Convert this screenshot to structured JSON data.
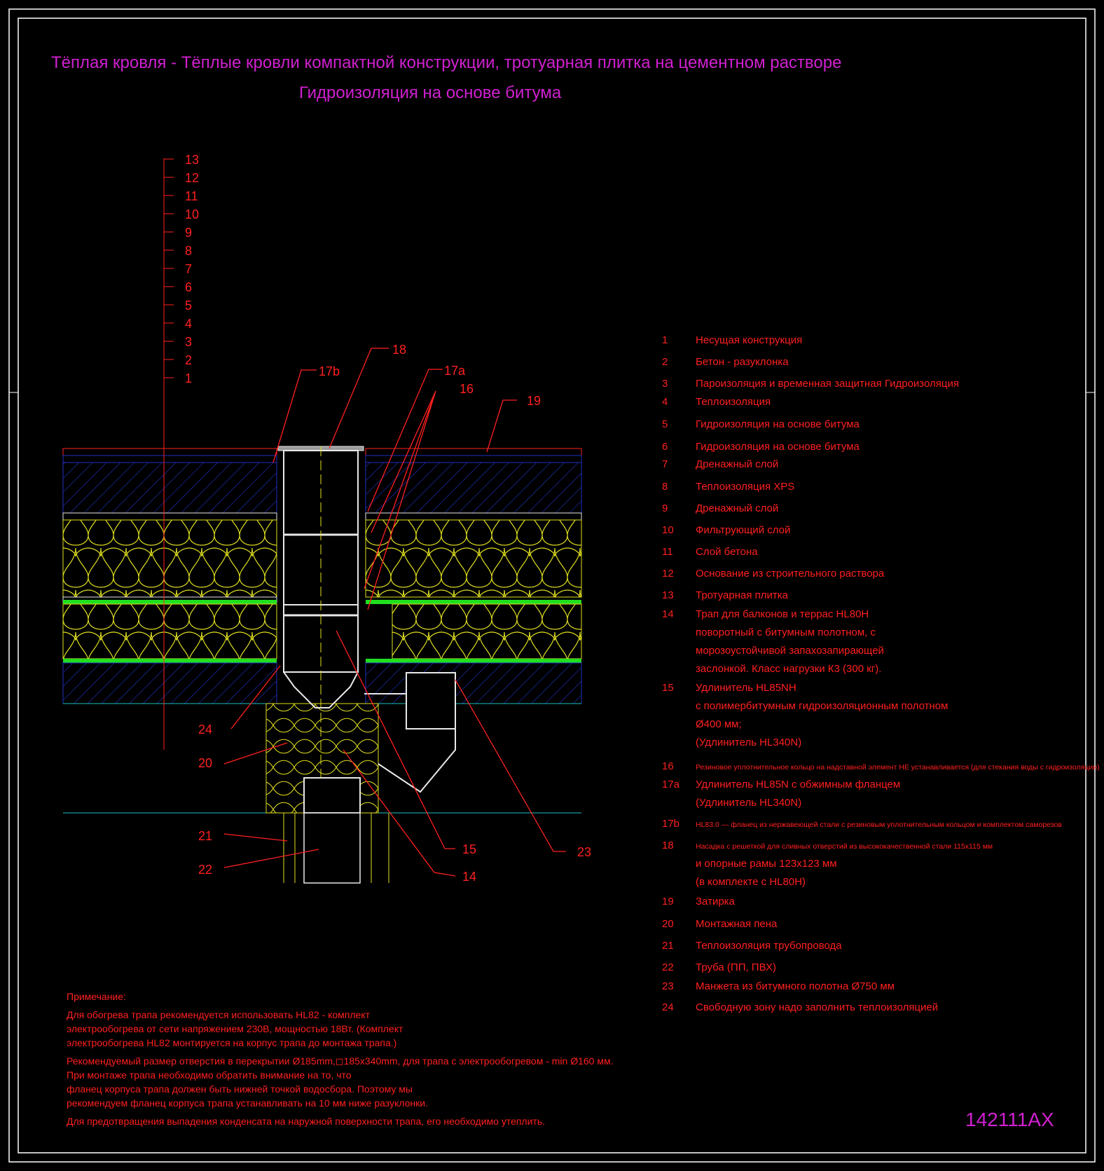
{
  "title": {
    "line1": "Тёплая кровля - Тёплые кровли компактной конструкции, тротуарная плитка на цементном растворе",
    "line2": "Гидроизоляция на основе битума"
  },
  "drawing_code": "142111AX",
  "colors": {
    "background": "#000000",
    "text_red": "#ff2020",
    "title_magenta": "#d020d0",
    "concrete_blue": "#2030c0",
    "insulation_yellow": "#e0e020",
    "membrane_green": "#20e020",
    "pipe_white": "#e8e8e8",
    "frame_white": "#ffffff",
    "leader_red": "#ff2020",
    "cyan_line": "#20c0c0"
  },
  "layer_scale_numbers": [
    "13",
    "12",
    "11",
    "10",
    "9",
    "8",
    "7",
    "6",
    "5",
    "4",
    "3",
    "2",
    "1"
  ],
  "callouts": {
    "c17b": "17b",
    "c18": "18",
    "c17a": "17a",
    "c16": "16",
    "c19": "19",
    "c24": "24",
    "c20": "20",
    "c21": "21",
    "c22": "22",
    "c15": "15",
    "c14": "14",
    "c23": "23"
  },
  "legend": [
    {
      "num": "1",
      "lines": [
        "Несущая конструкция"
      ]
    },
    {
      "num": "2",
      "lines": [
        "Бетон - разуклонка"
      ]
    },
    {
      "num": "3",
      "lines": [
        "Пароизоляция и временная защитная Гидроизоляция"
      ]
    },
    {
      "num": "4",
      "lines": [
        "Теплоизоляция"
      ]
    },
    {
      "num": "5",
      "lines": [
        "Гидроизоляция на основе битума"
      ]
    },
    {
      "num": "6",
      "lines": [
        "Гидроизоляция на основе битума"
      ]
    },
    {
      "num": "7",
      "lines": [
        "Дренажный слой"
      ]
    },
    {
      "num": "8",
      "lines": [
        "Теплоизоляция XPS"
      ]
    },
    {
      "num": "9",
      "lines": [
        "Дренажный слой"
      ]
    },
    {
      "num": "10",
      "lines": [
        "Фильтрующий слой"
      ]
    },
    {
      "num": "11",
      "lines": [
        "Слой бетона"
      ]
    },
    {
      "num": "12",
      "lines": [
        "Основание из строительного раствора"
      ]
    },
    {
      "num": "13",
      "lines": [
        "Тротуарная плитка"
      ]
    },
    {
      "num": "14",
      "lines": [
        "Трап для балконов и террас HL80H",
        "поворотный  с битумным полотном, с",
        "морозоустойчивой запахозапирающей",
        "заслонкой. Класс нагрузки К3 (300 кг)."
      ]
    },
    {
      "num": "15",
      "lines": [
        "Удлинитель HL85NH",
        " с полимербитумным гидроизоляционным полотном",
        "Ø400 мм;",
        "(Удлинитель HL340N)"
      ]
    },
    {
      "num": "16",
      "lines": [
        "Резиновое уплотнительное кольцо на надставной элемент НЕ устанавливается (для стекания воды с гидроизоляции)"
      ],
      "small": true
    },
    {
      "num": "17a",
      "lines": [
        "Удлинитель HL85N с обжимным фланцем",
        "(Удлинитель HL340N)"
      ]
    },
    {
      "num": "17b",
      "lines": [
        "HL83.0 — фланец из нержавеющей стали с резиновым уплотнительным кольцом и комплектом саморезов"
      ],
      "small": true
    },
    {
      "num": "18",
      "lines": [
        "Насадка с решеткой для сливных отверстий из высококачественной стали 115x115 мм",
        "и опорные рамы 123x123 мм",
        " (в комплекте с HL80H)"
      ],
      "first_small": true
    },
    {
      "num": "19",
      "lines": [
        "Затирка"
      ]
    },
    {
      "num": "20",
      "lines": [
        "Монтажная пена"
      ]
    },
    {
      "num": "21",
      "lines": [
        "Теплоизоляция трубопровода"
      ]
    },
    {
      "num": "22",
      "lines": [
        "Труба (ПП, ПВХ)"
      ]
    },
    {
      "num": "23",
      "lines": [
        "Манжета из битумного полотна Ø750 мм"
      ]
    },
    {
      "num": "24",
      "lines": [
        "Свободную зону надо заполнить теплоизоляцией"
      ]
    }
  ],
  "notes": {
    "heading": "Примечание:",
    "paragraphs": [
      [
        "Для обогрева трапа рекомендуется использовать HL82 - комплект",
        "электрообогрева от сети напряжением 230В, мощностью 18Вт. (Комплект",
        "электрообогрева HL82 монтируется на корпус трапа до монтажа трапа.)"
      ],
      [
        "Рекомендуемый размер отверстия в перекрытии Ø185mm,◻185x340mm, для трапа с электрообогревом - min Ø160 мм.",
        "При монтаже трапа необходимо обратить внимание на то, что",
        "фланец корпуса трапа должен быть нижней точкой водосбора. Поэтому мы",
        "рекомендуем фланец корпуса трапа устанавливать на 10 мм ниже разуклонки."
      ],
      [
        "Для предотвращения выпадения конденсата на наружной поверхности трапа, его необходимо утеплить."
      ]
    ]
  }
}
